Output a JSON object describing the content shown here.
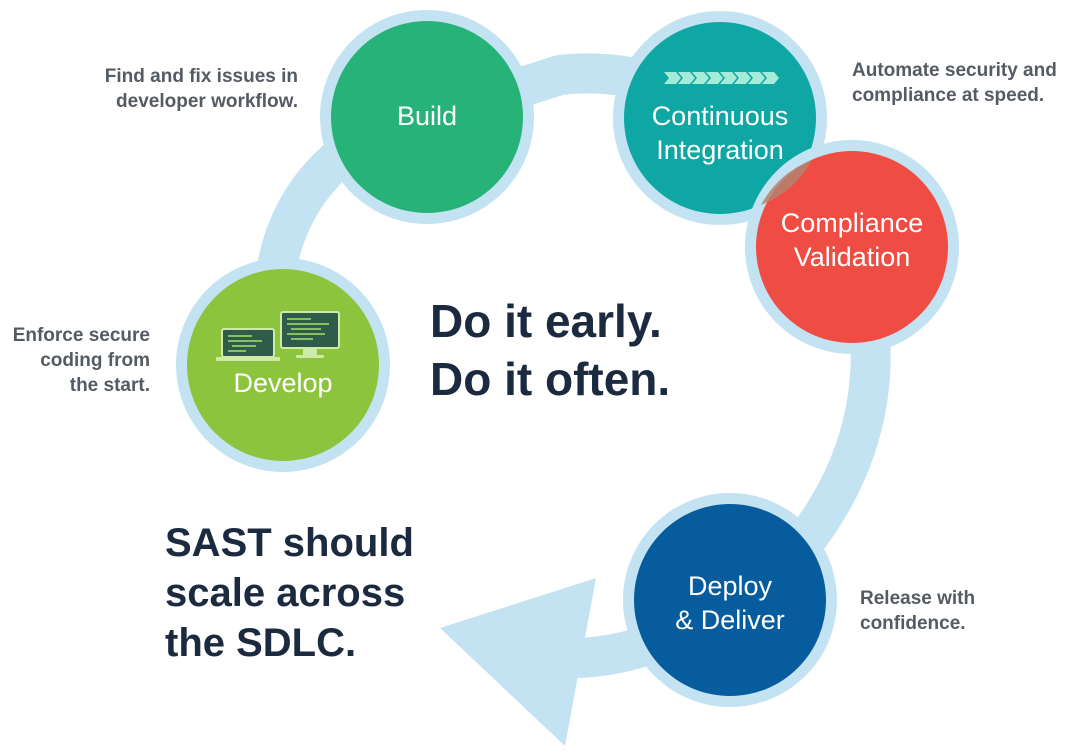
{
  "colors": {
    "ring": "#c3e3f3",
    "build": "#27b277",
    "ci": "#0ea7a4",
    "compliance": "#ef4d43",
    "develop": "#8cc43d",
    "deploy": "#075c9e",
    "headline": "#1b2a3f",
    "description": "#555b63"
  },
  "stages": {
    "build": {
      "label_lines": [
        "Build"
      ]
    },
    "ci": {
      "label_lines": [
        "Continuous",
        "Integration"
      ],
      "icon": "chevron-chain-icon"
    },
    "compliance": {
      "label_lines": [
        "Compliance",
        "Validation"
      ]
    },
    "develop": {
      "label_lines": [
        "Develop"
      ],
      "icon": "laptop-monitor-icon"
    },
    "deploy": {
      "label_lines": [
        "Deploy",
        "& Deliver"
      ]
    }
  },
  "descriptions": {
    "build": [
      "Find and fix issues in",
      "developer workflow."
    ],
    "ci": [
      "Automate security and",
      "compliance at speed."
    ],
    "develop": [
      "Enforce secure",
      "coding from",
      "the start."
    ],
    "deploy": [
      "Release with",
      "confidence."
    ]
  },
  "headline_center": [
    "Do it early.",
    "Do it often."
  ],
  "headline_bottom": [
    "SAST should",
    "scale across",
    "the SDLC."
  ]
}
